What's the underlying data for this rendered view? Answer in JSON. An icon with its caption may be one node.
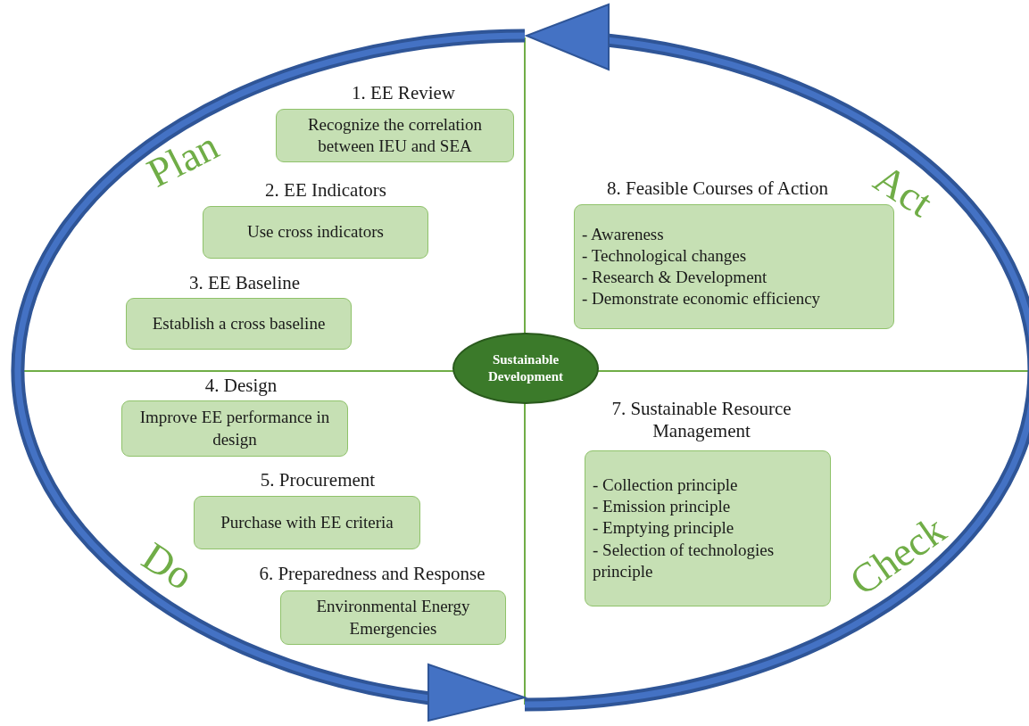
{
  "diagram": {
    "nodes": [
      {
        "text": [
          "Sustainable Development"
        ]
      },
      {
        "text": [
          "1. EE Review",
          "Recognize the correlation between IEU and SEA"
        ]
      },
      {
        "text": [
          "2. EE Indicators",
          "Use cross indicators"
        ]
      },
      {
        "text": [
          "3. EE Baseline",
          "Establish a cross baseline"
        ]
      },
      {
        "text": [
          "4. Design",
          "Improve EE performance in design"
        ]
      },
      {
        "text": [
          "5. Procurement",
          "Purchase with EE criteria"
        ]
      },
      {
        "text": [
          "6. Preparedness and Response",
          "Environmental Energy Emergencies"
        ]
      },
      {
        "text": [
          "7. Sustainable Resource Management",
          "- Collection principle",
          "- Emission principle",
          "- Emptying principle",
          "- Selection of technologies principle"
        ]
      },
      {
        "text": [
          "8. Feasible Courses of Action",
          "- Awareness",
          "- Technological changes",
          "- Research & Development",
          "- Demonstrate economic efficiency"
        ]
      }
    ],
    "labels": [
      "Plan",
      "Act",
      "Do",
      "Check"
    ]
  }
}
